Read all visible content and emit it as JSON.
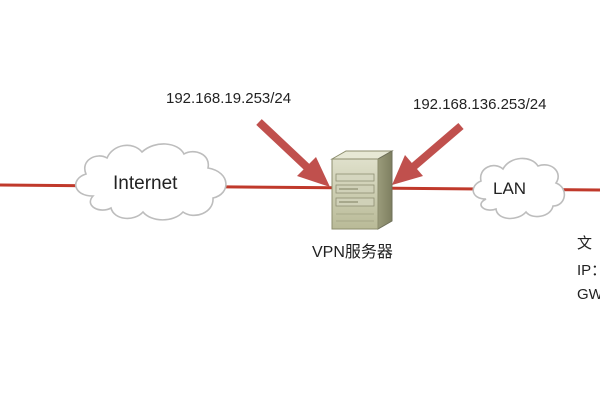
{
  "labels": {
    "vpn_ip": "192.168.19.253/24",
    "lan_ip": "192.168.136.253/24",
    "internet": "Internet",
    "lan": "LAN",
    "server": "VPN服务器"
  },
  "right_edge_text": [
    "文",
    "IP：",
    "GW"
  ],
  "colors": {
    "link": "#c0392b",
    "arrow": "#c0504d",
    "cloud_outline": "#bdbdbd",
    "server_body": "#c7c8ad"
  },
  "icons": {
    "internet": "cloud-icon",
    "lan": "cloud-icon",
    "server": "server-icon"
  }
}
